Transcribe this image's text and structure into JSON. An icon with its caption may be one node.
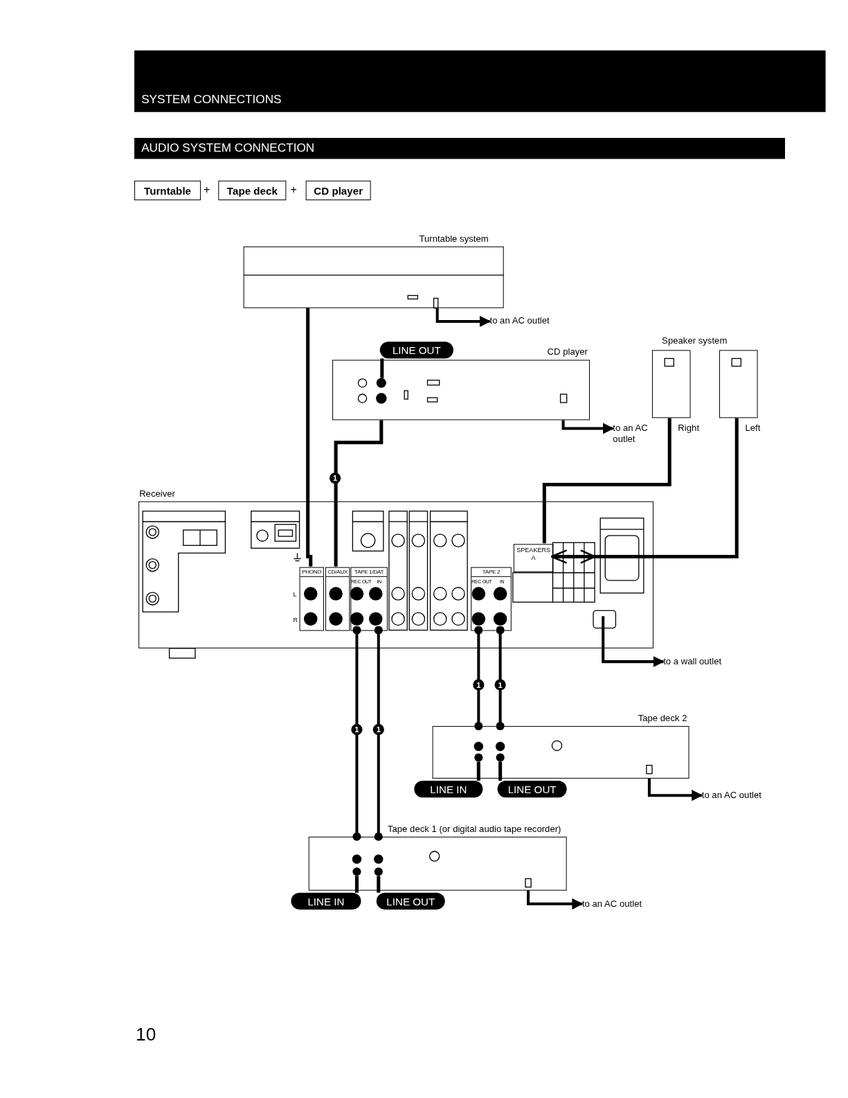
{
  "diagram": {
    "title": "SYSTEM CONNECTIONS",
    "nodes": [
      {
        "text": [
          "Turntable"
        ]
      },
      {
        "text": [
          "Tape deck"
        ]
      },
      {
        "text": [
          "CD player"
        ]
      },
      {
        "text": [
          "Turntable system"
        ]
      },
      {
        "text": [
          "to an AC outlet"
        ]
      },
      {
        "text": [
          "CD player"
        ]
      },
      {
        "text": [
          "LINE OUT"
        ]
      },
      {
        "text": [
          "to an AC outlet"
        ]
      },
      {
        "text": [
          "Right"
        ]
      },
      {
        "text": [
          "Left"
        ]
      },
      {
        "text": [
          "Receiver"
        ]
      },
      {
        "text": [
          "PHONO"
        ],
        "in": 10,
        "beside": [
          "L",
          "R"
        ]
      },
      {
        "text": [
          "CD/AUX"
        ],
        "in": 10
      },
      {
        "text": [
          "TAPE 1/DAT",
          "REC OUT",
          "IN"
        ],
        "in": 10
      },
      {
        "text": [
          "TAPE 2",
          "REC OUT",
          "IN"
        ],
        "in": 10
      },
      {
        "text": [
          "SPEAKERS A"
        ],
        "in": 10
      },
      {
        "text": [
          "to a wall outlet"
        ]
      },
      {
        "text": [
          "Tape deck 2"
        ]
      },
      {
        "text": [
          "LINE IN"
        ]
      },
      {
        "text": [
          "LINE OUT"
        ]
      },
      {
        "text": [
          "to an AC outlet"
        ]
      },
      {
        "text": [
          "Tape deck 1 (or digital audio tape recorder)"
        ]
      },
      {
        "text": [
          "LINE IN"
        ]
      },
      {
        "text": [
          "LINE OUT"
        ]
      },
      {
        "text": [
          "to an AC outlet"
        ]
      },
      {
        "text": [],
        "shape": "circle",
        "in": 5
      },
      {
        "text": [],
        "shape": "circle",
        "in": 17
      },
      {
        "text": [],
        "shape": "circle",
        "in": 17
      },
      {
        "text": [],
        "shape": "circle",
        "in": 21
      },
      {
        "text": [],
        "shape": "circle",
        "in": 21
      }
    ],
    "edges": [
      {
        "from": 3,
        "to": 11,
        "arrow": "none"
      },
      {
        "from": 5,
        "to": 12,
        "arrow": "none",
        "label": "1"
      },
      {
        "from": 13,
        "to": 21,
        "arrow": "other",
        "label": "1"
      },
      {
        "from": 13,
        "to": 21,
        "arrow": "other",
        "label": "1"
      },
      {
        "from": 14,
        "to": 17,
        "arrow": "other",
        "label": "1"
      },
      {
        "from": 14,
        "to": 17,
        "arrow": "other",
        "label": "1"
      },
      {
        "from": 15,
        "to": 8,
        "arrow": "none"
      },
      {
        "from": 15,
        "to": 9,
        "arrow": "none"
      },
      {
        "from": 3,
        "to": 4,
        "arrow": "to"
      },
      {
        "from": 5,
        "to": 7,
        "arrow": "to"
      },
      {
        "from": 10,
        "to": 16,
        "arrow": "to"
      },
      {
        "from": 17,
        "to": 20,
        "arrow": "to"
      },
      {
        "from": 21,
        "to": 24,
        "arrow": "to"
      },
      {
        "from": 6,
        "to": 25,
        "arrow": "none"
      },
      {
        "from": 18,
        "to": 26,
        "arrow": "none"
      },
      {
        "from": 19,
        "to": 27,
        "arrow": "none"
      },
      {
        "from": 22,
        "to": 28,
        "arrow": "none"
      },
      {
        "from": 23,
        "to": 29,
        "arrow": "none"
      }
    ],
    "labels": [
      "AUDIO SYSTEM CONNECTION",
      "+",
      "+",
      "Speaker system",
      "10"
    ]
  }
}
